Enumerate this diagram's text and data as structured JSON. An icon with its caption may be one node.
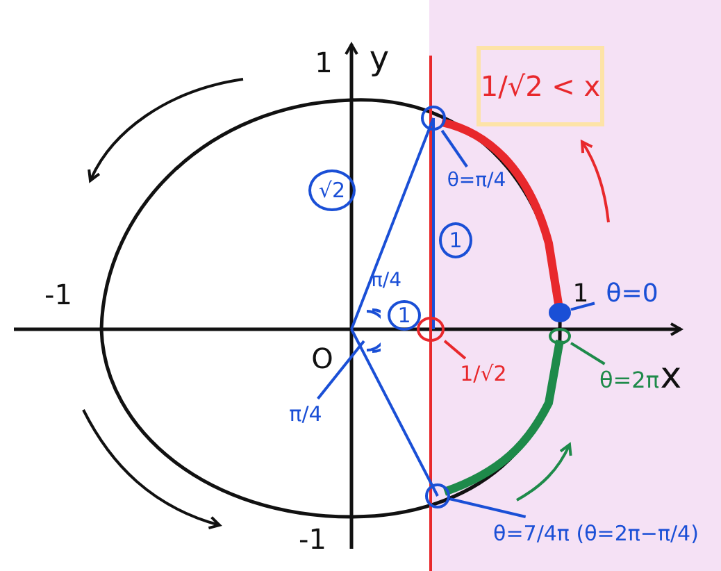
{
  "diagram": {
    "nodes": [
      {
        "text": [
          "1/√2 < x"
        ]
      },
      {
        "text": [
          "√2"
        ]
      },
      {
        "text": [
          "1"
        ]
      },
      {
        "text": [
          "1"
        ]
      },
      {
        "text": [
          "θ=π/4"
        ]
      },
      {
        "text": [],
        "shape": "circle"
      },
      {
        "text": [
          "θ=0"
        ]
      },
      {
        "text": [],
        "shape": "circle"
      },
      {
        "text": [
          "θ=2π"
        ]
      },
      {
        "text": [],
        "shape": "circle"
      },
      {
        "text": [
          "θ=7/4π (θ=2π−π/4)"
        ]
      },
      {
        "text": [],
        "shape": "circle"
      },
      {
        "text": [
          "1/√2"
        ]
      },
      {
        "text": [],
        "shape": "circle"
      },
      {
        "text": [
          "π/4"
        ]
      },
      {
        "text": [],
        "shape": "arc"
      }
    ],
    "edges": [
      {
        "from": 4,
        "to": 5,
        "arrow": "none"
      },
      {
        "from": 6,
        "to": 7,
        "arrow": "none"
      },
      {
        "from": 8,
        "to": 9,
        "arrow": "none",
        "color": "#1e8a4a"
      },
      {
        "from": 10,
        "to": 11,
        "arrow": "none"
      },
      {
        "from": 12,
        "to": 13,
        "arrow": "none",
        "color": "#e8282c"
      },
      {
        "from": 14,
        "to": 15,
        "arrow": "none"
      }
    ],
    "labels": [
      "1",
      "y",
      "-1",
      "O",
      "π/4",
      "1",
      "x",
      "-1"
    ]
  }
}
